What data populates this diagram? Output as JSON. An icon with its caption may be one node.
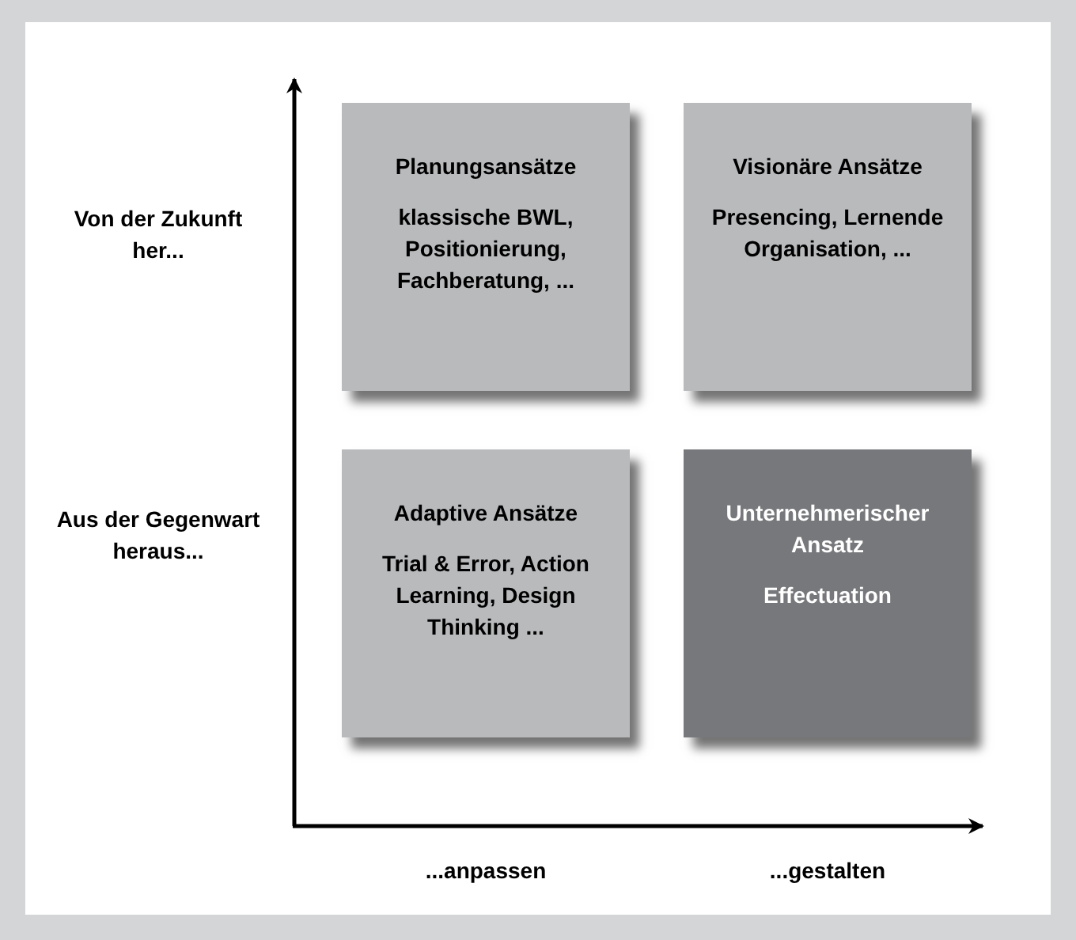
{
  "diagram": {
    "nodes": [
      {
        "text": [
          "Planungsansätze",
          "klassische BWL, Positionierung, Fachberatung, ..."
        ]
      },
      {
        "text": [
          "Visionäre Ansätze",
          "Presencing, Lernende Organisation, ..."
        ]
      },
      {
        "text": [
          "Adaptive Ansätze",
          "Trial & Error, Action Learning, Design Thinking ..."
        ]
      },
      {
        "text": [
          "Unternehmerischer Ansatz",
          "Effectuation"
        ]
      }
    ],
    "labels": [
      "Von der Zukunft her...",
      "Aus der Gegenwart heraus...",
      "...anpassen",
      "...gestalten"
    ]
  }
}
